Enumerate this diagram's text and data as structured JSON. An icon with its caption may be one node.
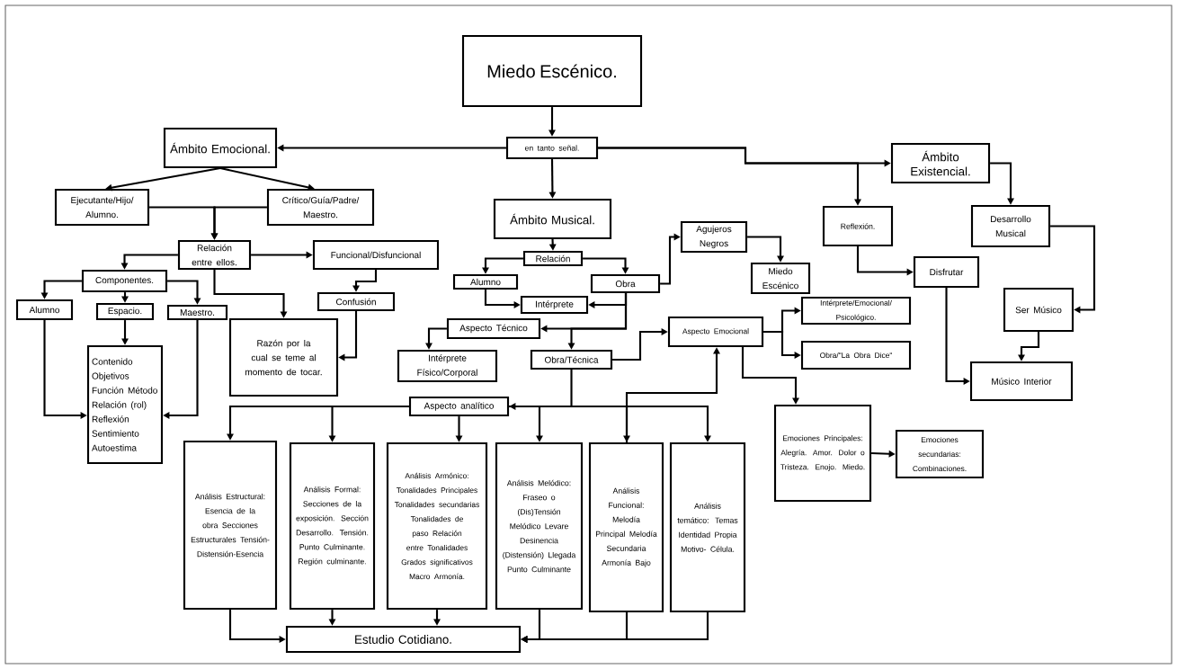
{
  "diagram": {
    "nodes": [
      {
        "text": [
          "Miedo Escénico."
        ]
      },
      {
        "text": [
          "en tanto señal."
        ]
      },
      {
        "text": [
          "Ámbito Emocional."
        ]
      },
      {
        "text": [
          "Ejecutante/Hijo/ Alumno."
        ]
      },
      {
        "text": [
          "Crítico/Guía/Padre/ Maestro."
        ]
      },
      {
        "text": [
          "Relación entre ellos."
        ]
      },
      {
        "text": [
          "Funcional/Disfuncional"
        ]
      },
      {
        "text": [
          "Componentes."
        ]
      },
      {
        "text": [
          "Alumno"
        ]
      },
      {
        "text": [
          "Espacio."
        ]
      },
      {
        "text": [
          "Maestro."
        ]
      },
      {
        "text": [
          "Confusión"
        ]
      },
      {
        "text": [
          "Razón por la cual se teme al momento de tocar."
        ]
      },
      {
        "text": [
          "Contenido Objetivos Función Método Relación (rol) Reflexión Sentimiento Autoestima"
        ]
      },
      {
        "text": [
          "Ámbito Musical."
        ]
      },
      {
        "text": [
          "Relación"
        ]
      },
      {
        "text": [
          "Alumno"
        ]
      },
      {
        "text": [
          "Obra"
        ]
      },
      {
        "text": [
          "Agujeros Negros"
        ]
      },
      {
        "text": [
          "Miedo Escénico"
        ]
      },
      {
        "text": [
          "Intérprete"
        ]
      },
      {
        "text": [
          "Aspecto Técnico"
        ]
      },
      {
        "text": [
          "Intérprete Físico/Corporal"
        ]
      },
      {
        "text": [
          "Obra/Técnica"
        ]
      },
      {
        "text": [
          "Aspecto Emocional"
        ]
      },
      {
        "text": [
          "Intérprete/Emocional/ Psicológico."
        ]
      },
      {
        "text": [
          "Obra/\"La Obra Dice\""
        ]
      },
      {
        "text": [
          "Ámbito Existencial."
        ]
      },
      {
        "text": [
          "Reflexión."
        ]
      },
      {
        "text": [
          "Desarrollo Musical"
        ]
      },
      {
        "text": [
          "Disfrutar"
        ]
      },
      {
        "text": [
          "Ser Músico"
        ]
      },
      {
        "text": [
          "Músico Interior"
        ]
      },
      {
        "text": [
          "Aspecto analítico"
        ]
      },
      {
        "text": [
          "Emociones Principales: Alegría. Amor. Dolor o Tristeza. Enojo. Miedo."
        ]
      },
      {
        "text": [
          "Emociones secundarias: Combinaciones."
        ]
      },
      {
        "text": [
          "Análisis Estructural: Esencia de la obra Secciones Estructurales Tensión- Distensión-Esencia"
        ]
      },
      {
        "text": [
          "Análisis Formal: Secciones de la exposición. Sección Desarrollo. Tensión. Punto Culminante. Región culminante."
        ]
      },
      {
        "text": [
          "Análisis Armónico: Tonalidades Principales Tonalidades secundarias Tonalidades de paso Relación entre Tonalidades Grados significativos Macro Armonía."
        ]
      },
      {
        "text": [
          "Análisis Melódico: Fraseo o (Dis)Tensión Melódico Levare Desinencia (Distensión) Llegada Punto Culminante"
        ]
      },
      {
        "text": [
          "Análisis Funcional: Melodía Principal Melodía Secundaria Armonía Bajo"
        ]
      },
      {
        "text": [
          "Análisis temático: Temas Identidad Propia Motivo- Célula."
        ]
      },
      {
        "text": [
          "Estudio Cotidiano."
        ]
      }
    ],
    "edges": [
      {
        "from": 0,
        "to": 1,
        "arrow": "to"
      },
      {
        "from": 1,
        "to": 2,
        "arrow": "to"
      },
      {
        "from": 1,
        "to": 14,
        "arrow": "to"
      },
      {
        "from": 1,
        "to": 27,
        "arrow": "to"
      },
      {
        "from": 1,
        "to": 28,
        "arrow": "to"
      },
      {
        "from": 2,
        "to": 3,
        "arrow": "to"
      },
      {
        "from": 2,
        "to": 4,
        "arrow": "to"
      },
      {
        "from": 3,
        "to": 5,
        "arrow": "to"
      },
      {
        "from": 4,
        "to": 5,
        "arrow": "to"
      },
      {
        "from": 5,
        "to": 6,
        "arrow": "to"
      },
      {
        "from": 5,
        "to": 7,
        "arrow": "to"
      },
      {
        "from": 5,
        "to": 12,
        "arrow": "to"
      },
      {
        "from": 6,
        "to": 11,
        "arrow": "to"
      },
      {
        "from": 11,
        "to": 12,
        "arrow": "to"
      },
      {
        "from": 7,
        "to": 8,
        "arrow": "to"
      },
      {
        "from": 7,
        "to": 9,
        "arrow": "to"
      },
      {
        "from": 7,
        "to": 10,
        "arrow": "to"
      },
      {
        "from": 9,
        "to": 13,
        "arrow": "to"
      },
      {
        "from": 8,
        "to": 13,
        "arrow": "to"
      },
      {
        "from": 10,
        "to": 13,
        "arrow": "to"
      },
      {
        "from": 14,
        "to": 15,
        "arrow": "to"
      },
      {
        "from": 15,
        "to": 16,
        "arrow": "to"
      },
      {
        "from": 15,
        "to": 17,
        "arrow": "to"
      },
      {
        "from": 17,
        "to": 18,
        "arrow": "to"
      },
      {
        "from": 18,
        "to": 19,
        "arrow": "to"
      },
      {
        "from": 16,
        "to": 20,
        "arrow": "to"
      },
      {
        "from": 17,
        "to": 20,
        "arrow": "to"
      },
      {
        "from": 17,
        "to": 21,
        "arrow": "to"
      },
      {
        "from": 17,
        "to": 23,
        "arrow": "to"
      },
      {
        "from": 21,
        "to": 22,
        "arrow": "to"
      },
      {
        "from": 23,
        "to": 24,
        "arrow": "to"
      },
      {
        "from": 23,
        "to": 33,
        "arrow": "to"
      },
      {
        "from": 24,
        "to": 25,
        "arrow": "to"
      },
      {
        "from": 24,
        "to": 26,
        "arrow": "to"
      },
      {
        "from": 24,
        "to": 34,
        "arrow": "to"
      },
      {
        "from": 34,
        "to": 35,
        "arrow": "to"
      },
      {
        "from": 27,
        "to": 29,
        "arrow": "to"
      },
      {
        "from": 28,
        "to": 30,
        "arrow": "to"
      },
      {
        "from": 30,
        "to": 32,
        "arrow": "to"
      },
      {
        "from": 29,
        "to": 31,
        "arrow": "to"
      },
      {
        "from": 31,
        "to": 32,
        "arrow": "to"
      },
      {
        "from": 33,
        "to": 36,
        "arrow": "to"
      },
      {
        "from": 33,
        "to": 37,
        "arrow": "to"
      },
      {
        "from": 33,
        "to": 38,
        "arrow": "to"
      },
      {
        "from": 33,
        "to": 39,
        "arrow": "to"
      },
      {
        "from": 33,
        "to": 40,
        "arrow": "to"
      },
      {
        "from": 33,
        "to": 41,
        "arrow": "to"
      },
      {
        "from": 40,
        "to": 24,
        "arrow": "to"
      },
      {
        "from": 36,
        "to": 42,
        "arrow": "to"
      },
      {
        "from": 37,
        "to": 42,
        "arrow": "to"
      },
      {
        "from": 38,
        "to": 42,
        "arrow": "to"
      },
      {
        "from": 39,
        "to": 42,
        "arrow": "to"
      },
      {
        "from": 40,
        "to": 42,
        "arrow": "to"
      },
      {
        "from": 41,
        "to": 42,
        "arrow": "to"
      }
    ]
  }
}
